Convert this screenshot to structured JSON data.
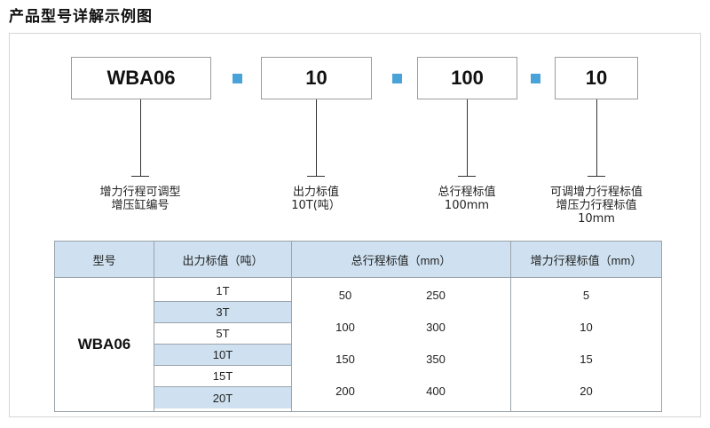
{
  "title": "产品型号详解示例图",
  "colors": {
    "separator": "#4aa3d8",
    "header_bg": "#cfe1f0",
    "border": "#9aa3ab"
  },
  "code_segments": [
    {
      "code": "WBA06",
      "caption": [
        "增力行程可调型",
        "增压缸编号"
      ]
    },
    {
      "code": "10",
      "caption": [
        "出力标值",
        "10T(吨）"
      ]
    },
    {
      "code": "100",
      "caption": [
        "总行程标值",
        "100mm"
      ]
    },
    {
      "code": "10",
      "caption": [
        "可调增力行程标值",
        "增压力行程标值",
        "10mm"
      ]
    }
  ],
  "table": {
    "headers": [
      "型号",
      "出力标值（吨）",
      "总行程标值（mm）",
      "增力行程标值（mm）"
    ],
    "model": "WBA06",
    "force_values": [
      "1T",
      "3T",
      "5T",
      "10T",
      "15T",
      "20T"
    ],
    "stroke_values": [
      [
        "50",
        "250"
      ],
      [
        "100",
        "300"
      ],
      [
        "150",
        "350"
      ],
      [
        "200",
        "400"
      ]
    ],
    "adjust_values": [
      "5",
      "10",
      "15",
      "20"
    ]
  }
}
